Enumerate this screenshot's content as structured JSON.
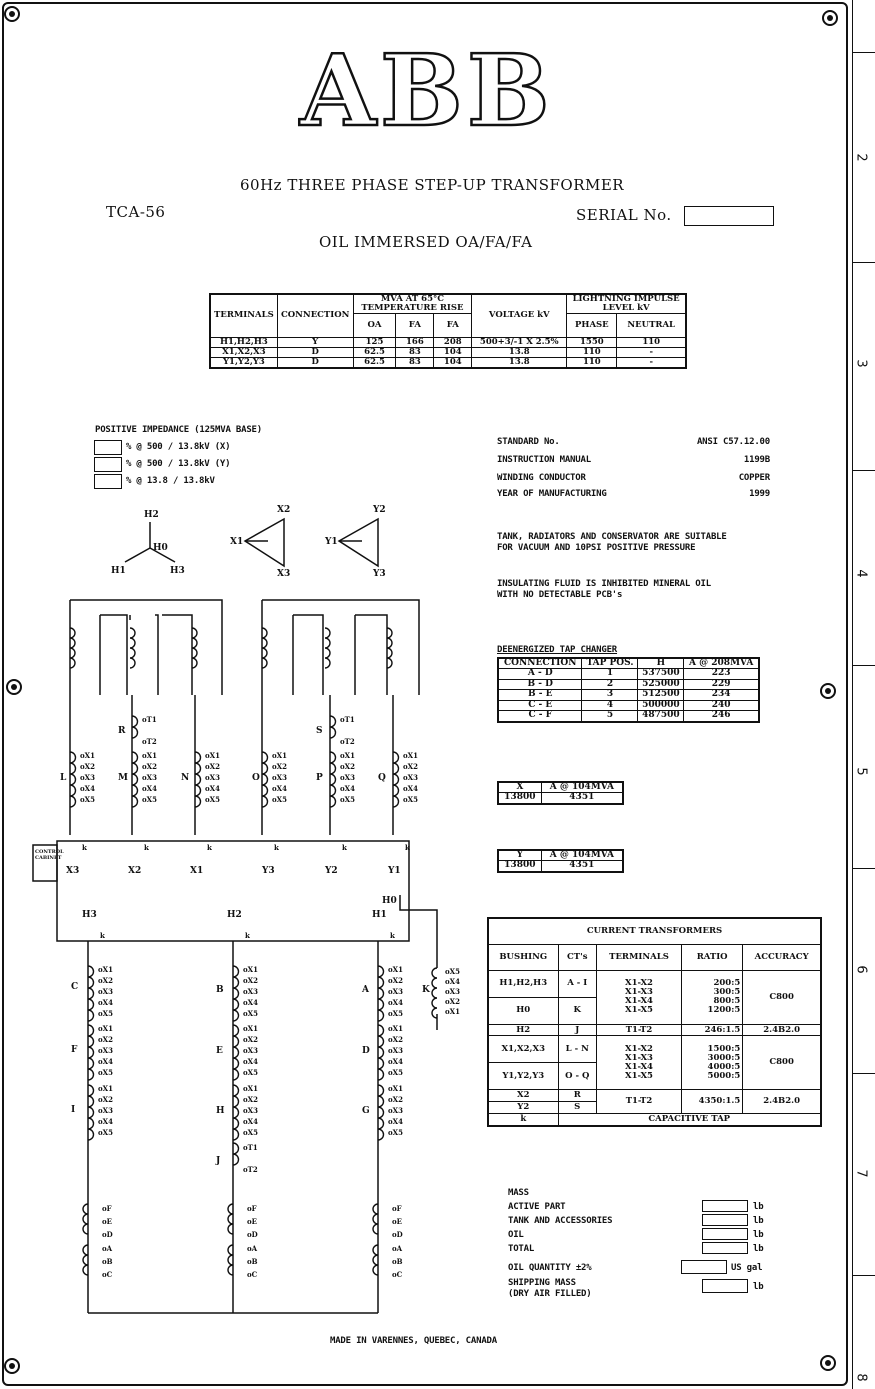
{
  "logo": "ABB",
  "title": "60Hz THREE PHASE STEP-UP TRANSFORMER",
  "model": "TCA-56",
  "serial_label": "SERIAL No.",
  "cooling": "OIL IMMERSED OA/FA/FA",
  "rating_table": {
    "headers": {
      "terminals": "TERMINALS",
      "connection": "CONNECTION",
      "mva": "MVA AT 65°C TEMPERATURE RISE",
      "oa": "OA",
      "fa1": "FA",
      "fa2": "FA",
      "voltage": "VOLTAGE kV",
      "bil": "LIGHTNING IMPULSE LEVEL kV",
      "phase": "PHASE",
      "neutral": "NEUTRAL"
    },
    "rows": [
      [
        "H1,H2,H3",
        "Y",
        "125",
        "166",
        "208",
        "500+3/-1 X 2.5%",
        "1550",
        "110"
      ],
      [
        "X1,X2,X3",
        "D",
        "62.5",
        "83",
        "104",
        "13.8",
        "110",
        "-"
      ],
      [
        "Y1,Y2,Y3",
        "D",
        "62.5",
        "83",
        "104",
        "13.8",
        "110",
        "-"
      ]
    ]
  },
  "impedance": {
    "title": "POSITIVE IMPEDANCE (125MVA BASE)",
    "rows": [
      "% @ 500 / 13.8kV (X)",
      "% @ 500 / 13.8kV (Y)",
      "% @ 13.8 / 13.8kV"
    ]
  },
  "specs": [
    {
      "label": "STANDARD No.",
      "value": "ANSI C57.12.00"
    },
    {
      "label": "INSTRUCTION MANUAL",
      "value": "1199B"
    },
    {
      "label": "WINDING CONDUCTOR",
      "value": "COPPER"
    },
    {
      "label": "YEAR OF MANUFACTURING",
      "value": "1999"
    }
  ],
  "notes": [
    "TANK, RADIATORS AND CONSERVATOR ARE SUITABLE",
    "FOR VACUUM AND 10PSI POSITIVE PRESSURE",
    "INSULATING FLUID IS INHIBITED MINERAL OIL",
    "WITH NO DETECTABLE PCB's"
  ],
  "vector": {
    "h2": "H2",
    "h0": "H0",
    "h1": "H1",
    "h3": "H3",
    "x1": "X1",
    "x2": "X2",
    "x3": "X3",
    "y1": "Y1",
    "y2": "Y2",
    "y3": "Y3"
  },
  "tap_changer": {
    "title": "DEENERGIZED TAP CHANGER",
    "headers": [
      "CONNECTION",
      "TAP POS.",
      "H",
      "A @ 208MVA"
    ],
    "rows": [
      [
        "A - D",
        "1",
        "537500",
        "223"
      ],
      [
        "B - D",
        "2",
        "525000",
        "229"
      ],
      [
        "B - E",
        "3",
        "512500",
        "234"
      ],
      [
        "C - E",
        "4",
        "500000",
        "240"
      ],
      [
        "C - F",
        "5",
        "487500",
        "246"
      ]
    ]
  },
  "x_table": {
    "headers": [
      "X",
      "A @ 104MVA"
    ],
    "row": [
      "13800",
      "4351"
    ]
  },
  "y_table": {
    "headers": [
      "Y",
      "A @ 104MVA"
    ],
    "row": [
      "13800",
      "4351"
    ]
  },
  "current_transformers": {
    "title": "CURRENT TRANSFORMERS",
    "headers": [
      "BUSHING",
      "CT's",
      "TERMINALS",
      "RATIO",
      "ACCURACY"
    ],
    "bushing": [
      "H1,H2,H3",
      "H0",
      "H2",
      "X1,X2,X3",
      "Y1,Y2,Y3",
      "X2",
      "Y2",
      "k"
    ],
    "cts": [
      "A - I",
      "K",
      "J",
      "L - N",
      "O - Q",
      "R",
      "S"
    ],
    "terminals1": [
      "X1-X2",
      "X1-X3",
      "X1-X4",
      "X1-X5"
    ],
    "ratio1": [
      "200:5",
      "300:5",
      "800:5",
      "1200:5"
    ],
    "acc1": "C800",
    "terminals_j": "T1-T2",
    "ratio_j": "246:1.5",
    "acc_j": "2.4B2.0",
    "terminals2": [
      "X1-X2",
      "X1-X3",
      "X1-X4",
      "X1-X5"
    ],
    "ratio2": [
      "1500:5",
      "3000:5",
      "4000:5",
      "5000:5"
    ],
    "acc2": "C800",
    "terminals_rs": "T1-T2",
    "ratio_rs": "4350:1.5",
    "acc_rs": "2.4B2.0",
    "capacitive": "CAPACITIVE TAP"
  },
  "mass": {
    "title": "MASS",
    "rows": [
      "ACTIVE PART",
      "TANK AND ACCESSORIES",
      "OIL",
      "TOTAL"
    ],
    "unit": "lb",
    "oil_quantity": "OIL QUANTITY ±2%",
    "oil_unit": "US gal",
    "shipping1": "SHIPPING MASS",
    "shipping2": "(DRY AIR FILLED)",
    "ship_unit": "lb"
  },
  "footer": "MADE IN VARENNES, QUEBEC, CANADA",
  "control_cabinet": "CONTROL CABINET",
  "wiring": {
    "lv_ct_left": [
      "L",
      "M",
      "N"
    ],
    "lv_ct_right": [
      "O",
      "P",
      "Q"
    ],
    "tap_r": "R",
    "tap_s": "S",
    "lv_terms": [
      "X3",
      "X2",
      "X1",
      "Y3",
      "Y2",
      "Y1"
    ],
    "hv_terms": [
      "H3",
      "H2",
      "H1",
      "H0"
    ],
    "hv_ct_col1": [
      "C",
      "F",
      "I"
    ],
    "hv_ct_col2": [
      "B",
      "E",
      "H"
    ],
    "hv_ct_col3": [
      "A",
      "D",
      "G"
    ],
    "ct_k": "K",
    "ct_j": "J",
    "tap_leads": [
      "F",
      "E",
      "D",
      "A",
      "B",
      "C"
    ],
    "ct_taps": [
      "X1",
      "X2",
      "X3",
      "X4",
      "X5"
    ],
    "t_taps": [
      "T1",
      "T2"
    ],
    "k_label": "k",
    "k_taps": [
      "X5",
      "X4",
      "X3",
      "X2",
      "X1"
    ]
  },
  "edge_numbers": [
    "2",
    "3",
    "4",
    "5",
    "6",
    "7",
    "8"
  ]
}
